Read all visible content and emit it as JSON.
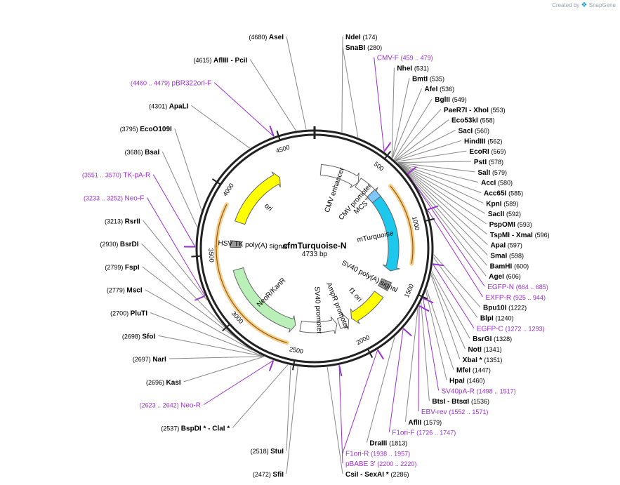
{
  "credit": {
    "text": "Created by",
    "brand": "SnapGene"
  },
  "plasmid": {
    "name": "cfmTurquoise-N",
    "length_label": "4733 bp",
    "total_bp": 4733
  },
  "colors": {
    "backbone": "#222222",
    "primer": "#9b30d0",
    "enzyme_line": "#888888",
    "promoter": "#ffffff",
    "mts": "#1ec8ec",
    "neo": "#b8f0b8",
    "yellow": "#ffff00",
    "polyA": "#999999",
    "orange_arc": "#f0a830"
  },
  "ticks": [
    {
      "label": "500",
      "bp": 500
    },
    {
      "label": "1000",
      "bp": 1000
    },
    {
      "label": "1500",
      "bp": 1500
    },
    {
      "label": "2000",
      "bp": 2000
    },
    {
      "label": "2500",
      "bp": 2500
    },
    {
      "label": "3000",
      "bp": 3000
    },
    {
      "label": "3500",
      "bp": 3500
    },
    {
      "label": "4000",
      "bp": 4000
    },
    {
      "label": "4500",
      "bp": 4500
    }
  ],
  "features": [
    {
      "name": "CMV enhancer",
      "start": 60,
      "end": 440,
      "kind": "promoter"
    },
    {
      "name": "CMV promoter",
      "start": 440,
      "end": 645,
      "kind": "promoter"
    },
    {
      "name": "MCS",
      "start": 600,
      "end": 680,
      "kind": "box_blue"
    },
    {
      "name": "mTurquoise",
      "start": 680,
      "end": 1400,
      "kind": "cds_cyan"
    },
    {
      "name": "SV40 poly(A) signal",
      "start": 1500,
      "end": 1580,
      "kind": "polyA"
    },
    {
      "name": "f1 ori",
      "start": 1650,
      "end": 2000,
      "kind": "ori_yellow"
    },
    {
      "name": "AmpR promoter",
      "start": 2030,
      "end": 2130,
      "kind": "promoter"
    },
    {
      "name": "SV40 promoter",
      "start": 2150,
      "end": 2500,
      "kind": "promoter"
    },
    {
      "name": "NeoR/KanR",
      "start": 2550,
      "end": 3350,
      "kind": "cds_green"
    },
    {
      "name": "HSV TK poly(A) signal",
      "start": 3560,
      "end": 3620,
      "kind": "polyA"
    },
    {
      "name": "ori",
      "start": 3800,
      "end": 4390,
      "kind": "ori_yellow"
    }
  ],
  "arcs": [
    {
      "start": 664,
      "end": 1300
    },
    {
      "start": 2580,
      "end": 3560
    },
    {
      "start": 3560,
      "end": 3900
    }
  ],
  "enzymes_right": [
    {
      "name": "NdeI",
      "pos": "(174)",
      "bp": 174
    },
    {
      "name": "SnaBI",
      "pos": "(280)",
      "bp": 280
    },
    {
      "name": "NheI",
      "pos": "(531)",
      "bp": 531
    },
    {
      "name": "BmtI",
      "pos": "(535)",
      "bp": 535
    },
    {
      "name": "AfeI",
      "pos": "(536)",
      "bp": 536
    },
    {
      "name": "BglII",
      "pos": "(549)",
      "bp": 549
    },
    {
      "name": "PaeR7I - XhoI",
      "pos": "(553)",
      "bp": 553
    },
    {
      "name": "Eco53kI",
      "pos": "(558)",
      "bp": 558
    },
    {
      "name": "SacI",
      "pos": "(560)",
      "bp": 560
    },
    {
      "name": "HindIII",
      "pos": "(562)",
      "bp": 562
    },
    {
      "name": "EcoRI",
      "pos": "(569)",
      "bp": 569
    },
    {
      "name": "PstI",
      "pos": "(578)",
      "bp": 578
    },
    {
      "name": "SalI",
      "pos": "(579)",
      "bp": 579
    },
    {
      "name": "AccI",
      "pos": "(580)",
      "bp": 580
    },
    {
      "name": "Acc65I",
      "pos": "(585)",
      "bp": 585
    },
    {
      "name": "KpnI",
      "pos": "(589)",
      "bp": 589
    },
    {
      "name": "SacII",
      "pos": "(592)",
      "bp": 592
    },
    {
      "name": "PspOMI",
      "pos": "(593)",
      "bp": 593
    },
    {
      "name": "TspMI - XmaI",
      "pos": "(596)",
      "bp": 596
    },
    {
      "name": "ApaI",
      "pos": "(597)",
      "bp": 597
    },
    {
      "name": "SmaI",
      "pos": "(598)",
      "bp": 598
    },
    {
      "name": "BamHI",
      "pos": "(600)",
      "bp": 600
    },
    {
      "name": "AgeI",
      "pos": "(606)",
      "bp": 606
    },
    {
      "name": "Bpu10I",
      "pos": "(1222)",
      "bp": 1222
    },
    {
      "name": "BlpI",
      "pos": "(1240)",
      "bp": 1240
    },
    {
      "name": "BsrGI",
      "pos": "(1328)",
      "bp": 1328
    },
    {
      "name": "NotI",
      "pos": "(1341)",
      "bp": 1341
    },
    {
      "name": "XbaI *",
      "pos": "(1351)",
      "bp": 1351
    },
    {
      "name": "MfeI",
      "pos": "(1447)",
      "bp": 1447
    },
    {
      "name": "HpaI",
      "pos": "(1460)",
      "bp": 1460
    },
    {
      "name": "BtsI - BtsαI",
      "pos": "(1536)",
      "bp": 1536
    },
    {
      "name": "AflII",
      "pos": "(1579)",
      "bp": 1579
    },
    {
      "name": "DraIII",
      "pos": "(1813)",
      "bp": 1813
    },
    {
      "name": "CsiI - SexAI *",
      "pos": "(2286)",
      "bp": 2286
    }
  ],
  "enzymes_left": [
    {
      "name": "AseI",
      "pos": "(4680)",
      "bp": 4680
    },
    {
      "name": "AflIII - PciI",
      "pos": "(4615)",
      "bp": 4615
    },
    {
      "name": "ApaLI",
      "pos": "(4301)",
      "bp": 4301
    },
    {
      "name": "EcoO109I",
      "pos": "(3795)",
      "bp": 3795
    },
    {
      "name": "BsaI",
      "pos": "(3686)",
      "bp": 3686
    },
    {
      "name": "RsrII",
      "pos": "(3213)",
      "bp": 3213
    },
    {
      "name": "BsrDI",
      "pos": "(2930)",
      "bp": 2930
    },
    {
      "name": "FspI",
      "pos": "(2799)",
      "bp": 2799
    },
    {
      "name": "MscI",
      "pos": "(2779)",
      "bp": 2779
    },
    {
      "name": "PluTI",
      "pos": "(2700)",
      "bp": 2700
    },
    {
      "name": "SfoI",
      "pos": "(2698)",
      "bp": 2698
    },
    {
      "name": "NarI",
      "pos": "(2697)",
      "bp": 2697
    },
    {
      "name": "KasI",
      "pos": "(2696)",
      "bp": 2696
    },
    {
      "name": "BspDI * - ClaI *",
      "pos": "(2537)",
      "bp": 2537
    },
    {
      "name": "StuI",
      "pos": "(2518)",
      "bp": 2518
    },
    {
      "name": "SfiI",
      "pos": "(2472)",
      "bp": 2472
    }
  ],
  "primers_right": [
    {
      "name": "CMV-F",
      "pos": "(459 .. 479)",
      "bp": 469
    },
    {
      "name": "EGFP-N",
      "pos": "(664 .. 685)",
      "bp": 674
    },
    {
      "name": "EXFP-R",
      "pos": "(925 .. 944)",
      "bp": 934
    },
    {
      "name": "EGFP-C",
      "pos": "(1272 .. 1293)",
      "bp": 1282
    },
    {
      "name": "SV40pA-R",
      "pos": "(1498 .. 1517)",
      "bp": 1507
    },
    {
      "name": "EBV-rev",
      "pos": "(1552 .. 1571)",
      "bp": 1561
    },
    {
      "name": "F1ori-F",
      "pos": "(1726 .. 1747)",
      "bp": 1736
    },
    {
      "name": "F1ori-R",
      "pos": "(1938 .. 1957)",
      "bp": 1947
    },
    {
      "name": "pBABE 3'",
      "pos": "(2200 .. 2220)",
      "bp": 2210
    }
  ],
  "primers_left": [
    {
      "name": "pBR322ori-F",
      "pos": "(4460 .. 4479)",
      "bp": 4470
    },
    {
      "name": "TK-pA-R",
      "pos": "(3551 .. 3570)",
      "bp": 3560
    },
    {
      "name": "Neo-F",
      "pos": "(3233 .. 3252)",
      "bp": 3242
    },
    {
      "name": "Neo-R",
      "pos": "(2623 .. 2642)",
      "bp": 2632
    }
  ]
}
